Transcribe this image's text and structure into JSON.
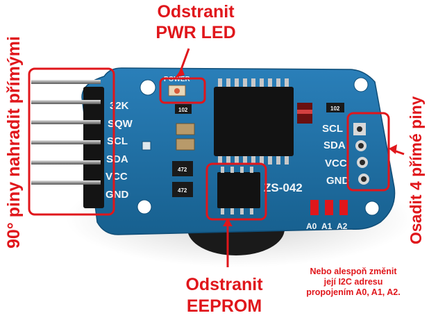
{
  "annotations": {
    "top_label_line1": "Odstranit",
    "top_label_line2": "PWR LED",
    "bottom_label_line1": "Odstranit",
    "bottom_label_line2": "EEPROM",
    "left_vertical": "90° piny nahradit přímými",
    "right_vertical": "Osadit 4 přímé piny",
    "note_line1": "Nebo alespoň změnit",
    "note_line2": "její I2C adresu",
    "note_line3": "propojením A0, A1, A2."
  },
  "board": {
    "power_label": "POWER",
    "model": "ZS-042",
    "left_pins": [
      "32K",
      "SQW",
      "SCL",
      "SDA",
      "VCC",
      "GND"
    ],
    "right_pins": [
      "SCL",
      "SDA",
      "VCC",
      "GND"
    ],
    "address_pads": [
      "A0",
      "A1",
      "A2"
    ],
    "resistor_codes": [
      "102",
      "102",
      "472",
      "472"
    ]
  },
  "colors": {
    "annotation_red": "#e0161b",
    "pcb_blue": "#1f6fa6"
  }
}
